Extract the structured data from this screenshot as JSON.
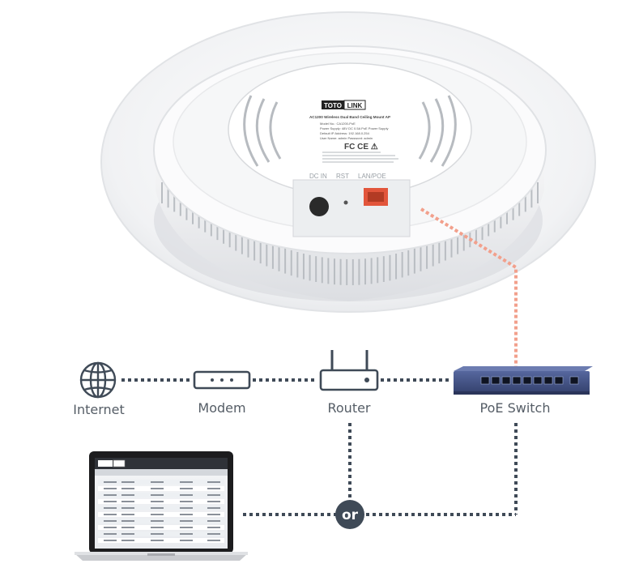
{
  "colors": {
    "link_line": "#3f4a57",
    "poe_line": "#f2a08c",
    "label_text": "#555d66",
    "switch_body": "#3e4f86",
    "or_badge": "#3f4a57"
  },
  "device": {
    "brand_left": "TOTO",
    "brand_right": "LINK",
    "model_title": "AC1200 Wireless Dual Band Ceiling Mount AP",
    "spec_lines": [
      "Model No.: CA1200-PoE",
      "Power Supply: 48V DC 0.5A PoE Power Supply",
      "Default IP Address: 192.168.0.254",
      "User Name: admin          Password: admin"
    ],
    "cert_marks": "FC CE ⚠",
    "port_labels": [
      "DC IN",
      "RST",
      "LAN/POE"
    ]
  },
  "nodes": {
    "internet": {
      "label": "Internet",
      "icon": "globe-icon"
    },
    "modem": {
      "label": "Modem",
      "icon": "modem-icon"
    },
    "router": {
      "label": "Router",
      "icon": "router-icon"
    },
    "poe_switch": {
      "label": "PoE Switch",
      "icon": "switch-icon"
    },
    "laptop": {
      "icon": "laptop-icon"
    }
  },
  "or_label": "or"
}
